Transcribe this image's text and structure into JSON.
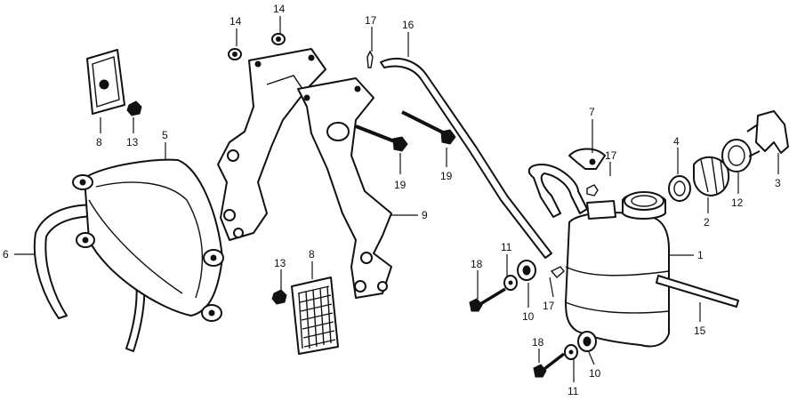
{
  "callouts": {
    "c1": "1",
    "c2": "2",
    "c3": "3",
    "c4": "4",
    "c5": "5",
    "c6": "6",
    "c7": "7",
    "c8a": "8",
    "c8b": "8",
    "c9": "9",
    "c10a": "10",
    "c10b": "10",
    "c11a": "11",
    "c11b": "11",
    "c12": "12",
    "c13a": "13",
    "c13b": "13",
    "c14a": "14",
    "c14b": "14",
    "c15": "15",
    "c16": "16",
    "c17a": "17",
    "c17b": "17",
    "c17c": "17",
    "c18a": "18",
    "c18b": "18",
    "c19a": "19",
    "c19b": "19"
  }
}
